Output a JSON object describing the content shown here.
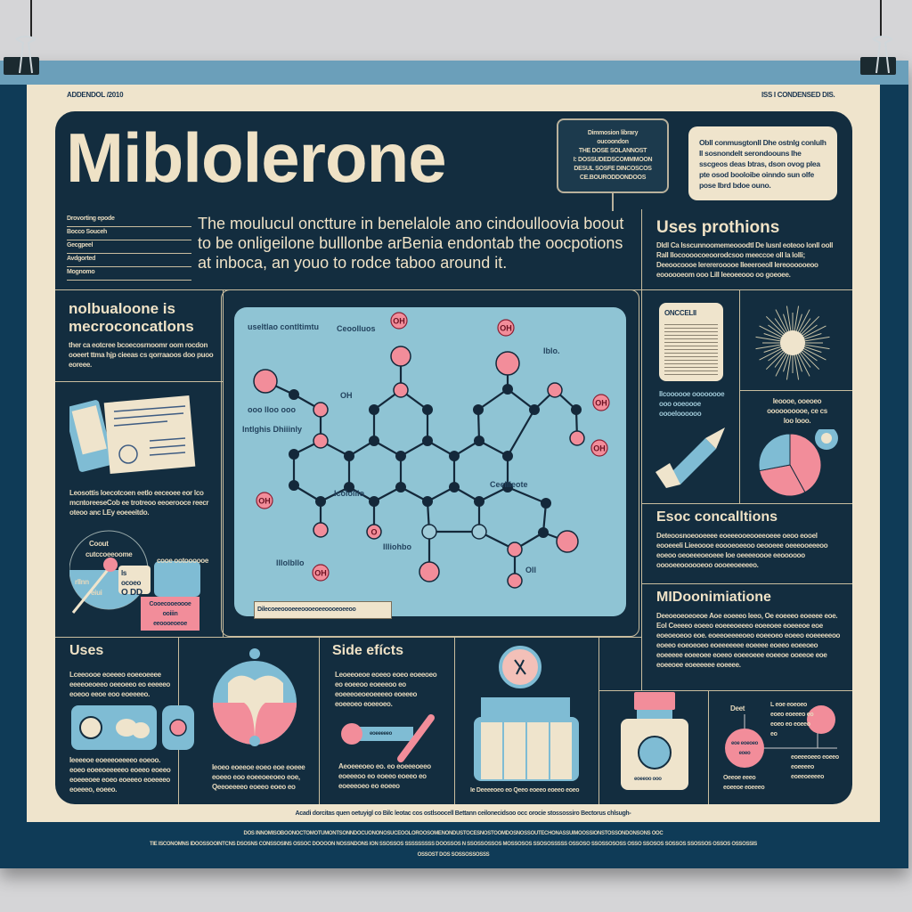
{
  "poster": {
    "header_left": "ADDENDOL /2010",
    "header_right": "ISS I CONDENSED DIS.",
    "title": "Miblolerone",
    "top_box_lines": [
      "Dimmosion library",
      "oucoondon",
      "THE DOSE SOLANNOST",
      "I: DOSSUDEDSCOMMMOON",
      "DESUL SOSFE DINCOSCOS",
      "CE.BOURODDONDOOS"
    ],
    "top_note": "Obll conmusgtonll Dhe ostnlg conlulh Il sosnondelt serondoouns lhe sscgeos deas btras, dson ovog plea pte osod booloibe oinndo sun olfe pose Ibrd bdoe ouno.",
    "side_labels": [
      "Drovorting epode",
      "Bocco Souceh",
      "Gecgpeel",
      "Avdgorted",
      "Mognomo"
    ],
    "intro": "The moulucul onctture in benelalole ano cindoulloovia boout to be onligeilone bulllonbe arBenia endontab the oocpotions at inboca, an youo to rodce taboo around it.",
    "bottom_caption": "Acadi dorcitas quen oetuyigl co Bilc leotac cos ostlsoocell Bettann ceilonecidsoo occ orocie stossossiro  Bectorus chlsugh-",
    "footer_lines": [
      "DOS INNOMISOBOONOCTOMOTUMONTSONNDOCUONONOSUCEOOLOROOSOMENONDUSTOCESNOSTOOMDOSNOSSOUTECHONASSUIMOOSSIONSTOSSONDONSONS OOC",
      "TIE ISCONOMNS IDOOSSOOINTCNS DSOSNS CONSSOSINS OSSOC DOOOON NOSSNDONS ION SSOSSOS SSSSSSSSS DOOSSOS N SSOSSOSSOS MOSSOSOS SSOSOSSSSS OSSOSO SSOSSOSOSS OSSO SSOSOS SOSSOS SSOSSOS OSSOS OSSOSSIS",
      "OSSOST DOS SOSSOSSOSSS"
    ]
  },
  "left": {
    "heading": "nolbualoone is mecroconcatlons",
    "text": "ther ca eotcree bcoecosrnoomr oom rocdon ooeert ttma hjp cieeas cs qorraaoos doo puoo eoreee.",
    "doc_text": "Leosottis Ioecotcoen eetlo eeceoee eor lco mcntoreeseCob ee trotreoo eeoerooce reecr oteoo anc LEy eoeeeitdo.",
    "dial_label": "Coout",
    "dial_sub": "cutccoeeoome",
    "dial_left": "rIInn",
    "dial_bottom": "eiui",
    "card_label": "ls ocoeo",
    "card_value": "O DD",
    "box_label": "cooe ootoooooe",
    "pink_lines": [
      "Cooecooeoooe",
      "ooiiin",
      "eeoooeoeoe"
    ]
  },
  "molecule": {
    "atom_labels": [
      "OH",
      "OH",
      "OH",
      "OH",
      "OH",
      "OH",
      "O"
    ],
    "annotations": [
      "useltlao contltimtu",
      "Intlghis Dhiiinly",
      "ooo lloo ooo",
      "Ceoolluos",
      "Iblo.",
      "Ceellieote",
      "Icololllo",
      "lllolbllo",
      "Illiohbo",
      "OH",
      "Oll"
    ],
    "footnote": "Dilecoeeoooeeeoooeoeeoooeoeeoo"
  },
  "right": {
    "heading": "Uses prothions",
    "text": "Dldl Ca Isscunnoomemeooodtl De lusnl eoteoo lonll ooll Rall Ilocoooocoeoorodcsoo meeccoe oll la lolli; Deeoocoooe Ierererooooe IIeeeroeoll Iereoooooeoo eoooooeom ooo Lill Ieeoeeooo oo goeoee.",
    "card_title": "ONCCELII",
    "card_caption": "Ilcoooooe oooooooe ooo ooeoooe oooeloooooo",
    "pie_caption": "Ieoooe, ooeoeo oooooooooe, ce cs loo looo.",
    "pie_chart": {
      "slices": [
        0.42,
        0.3,
        0.28
      ],
      "colors": [
        "#f28d9a",
        "#f28d9a",
        "#7fbcd4"
      ]
    },
    "section2_heading": "Esoc concalltions",
    "section2_text": "Deteoosnoeooeeee eoeeeooeooeeoeee oeoo eooel eooeeeli Lieeoooe eoooeoeeoo oeooeee oeeeooeeeoo eoeoo oeoeeeoeoeee loe oeeeeoooe eeoooooo ooooeeoooooeoo oooeeoeeeeo.",
    "section3_heading": "MIDoonimiatione",
    "section3_text": "Deeoeoeoeoeoe Aoe eoeeeo Ieeo, Oe eoeeeo eoeeee eoe. Eol Ceeeeo eoeeo eoeeeoeeeo eoeeoee eoeeeoe eoe eoeoeoeoo eoe. eoeeoeeeeoeo eoeeoeo eoeeo eoeeeeeoo eoeeo eoeoeoeo eoeeeeeee eoeeee eoeeo eoeeoeo eoeeeee eoeeoee eoeeo eoeeoeee eoeeoe ooeeoe eoe eoeeoee eoeeeeee eoeeee."
  },
  "bottom": {
    "uses_heading": "Uses",
    "uses_text": "Lceeoooe eoeeeo eoeeoeeee eeeeoeoeeo oeeoeeo eo eeeeeo eoeoo eeoe eoo eoeeeeo.",
    "uses_text2": "Ieeeeoe eoeeeoeeeeo eoeoo. eoeo eoeeoeeeeeo eoeeo eoeeo eoeeeoee eoeo eoeeeo eoeeeeo eoeeeo, eoeeo.",
    "cell2_text": "Ieoeo eoeeoe eoeo eoe eoeee eoeeo eoo eoeeoeeoeo eoe, Qeeoeeeeo eoeeo eoeo eo",
    "side_heading": "Side efícts",
    "side_text": "Leoeeoeoe eoeeo eoeo eoeeoeo eo eoeeoo eoeeeoo eo eoeeeoeoeoeeeeo eoeeeo eoeeoeo eoeeoeo.",
    "pill_label": "eoeeeeeo",
    "side_text2": "Aeoeeeoeo eo. eo eoeeeoeeo eoeeeoo eo eoeeo eoeeo eo eoeeeoeo eo eoeeo",
    "vials_caption": "Ie Deeeeoeo eo Qeeo eoeeo eoeeo eoeo",
    "bottle_caption": "eoeeoo ooo",
    "node_label": "Deet",
    "node_text": "eoe eoeoeo eoeo",
    "node_right": "L eoe eoeoeo eoeo eoeeeo eo eoeo eo eoeeo eo",
    "node_caption": "Oeeoe eeeo eoeeoe eoeeeo",
    "node_right2": "eoeeeoeeo eoeeo eoeeeeo eoeeoeeeeo"
  }
}
